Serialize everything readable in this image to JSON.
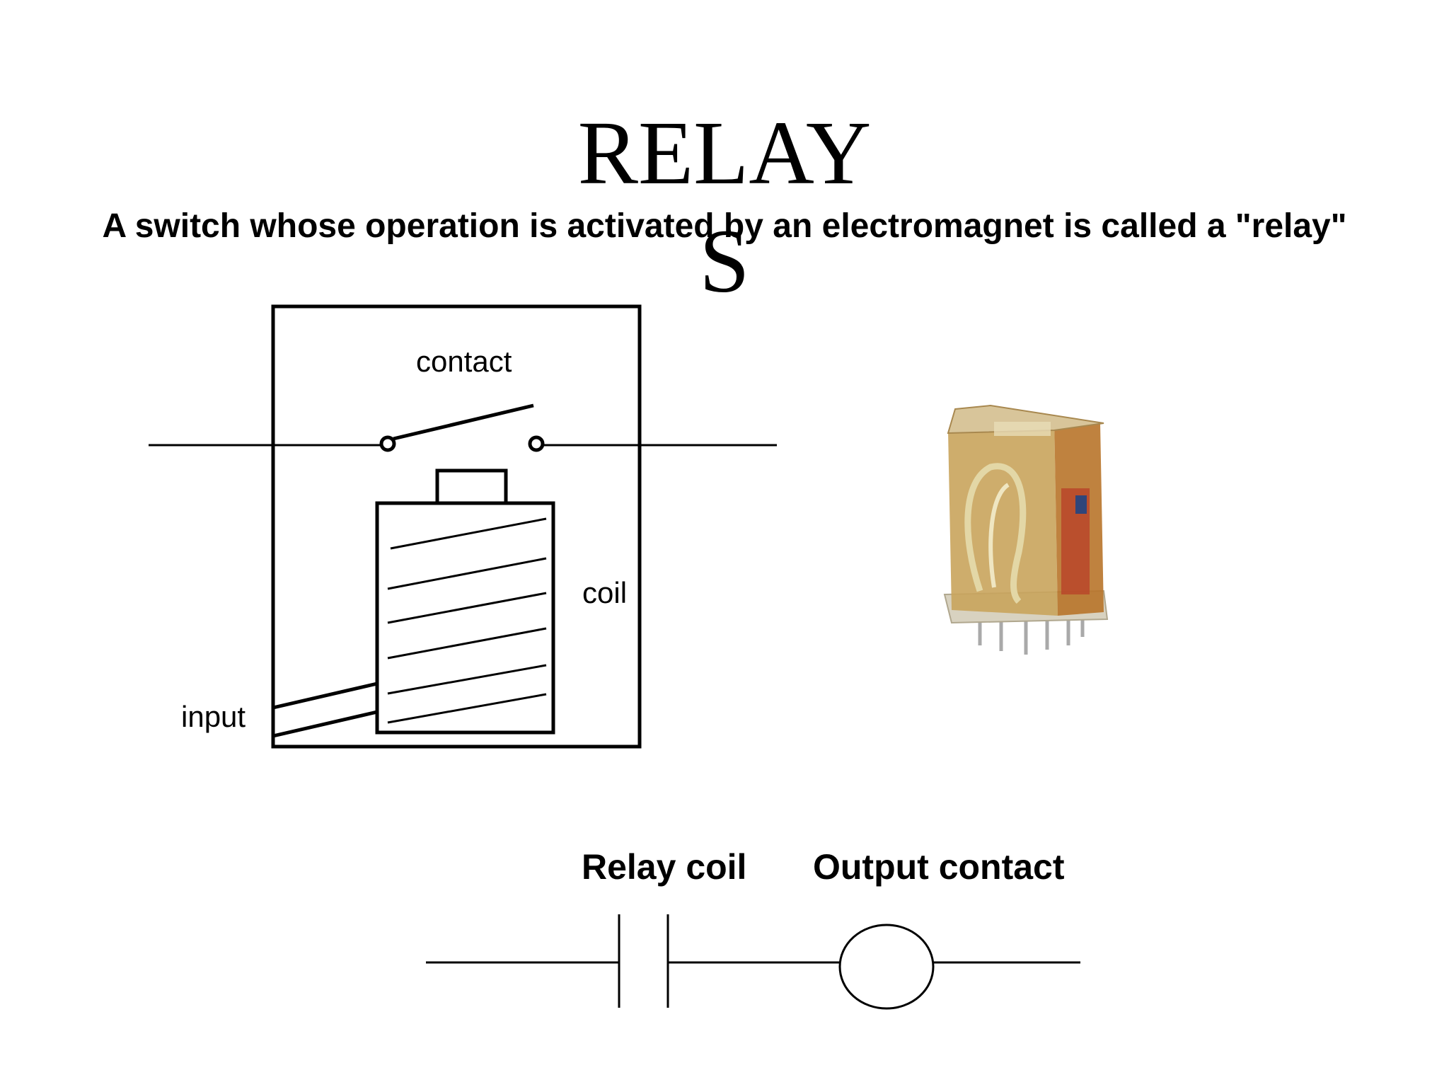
{
  "slide": {
    "title_line1": "RELAY",
    "title_line2": "S",
    "subtitle": "A switch whose operation is activated by an electromagnet is called a \"relay\""
  },
  "diagram": {
    "label_contact": "contact",
    "label_coil": "coil",
    "label_input": "input"
  },
  "ladder": {
    "label_relay_coil": "Relay coil",
    "label_output_contact": "Output contact"
  },
  "photo": {
    "icon": "relay-photo-icon",
    "colors": {
      "body": "#c9a45c",
      "amber": "#b8742a",
      "red": "#b8472a",
      "pins": "#b9b9b9"
    }
  }
}
